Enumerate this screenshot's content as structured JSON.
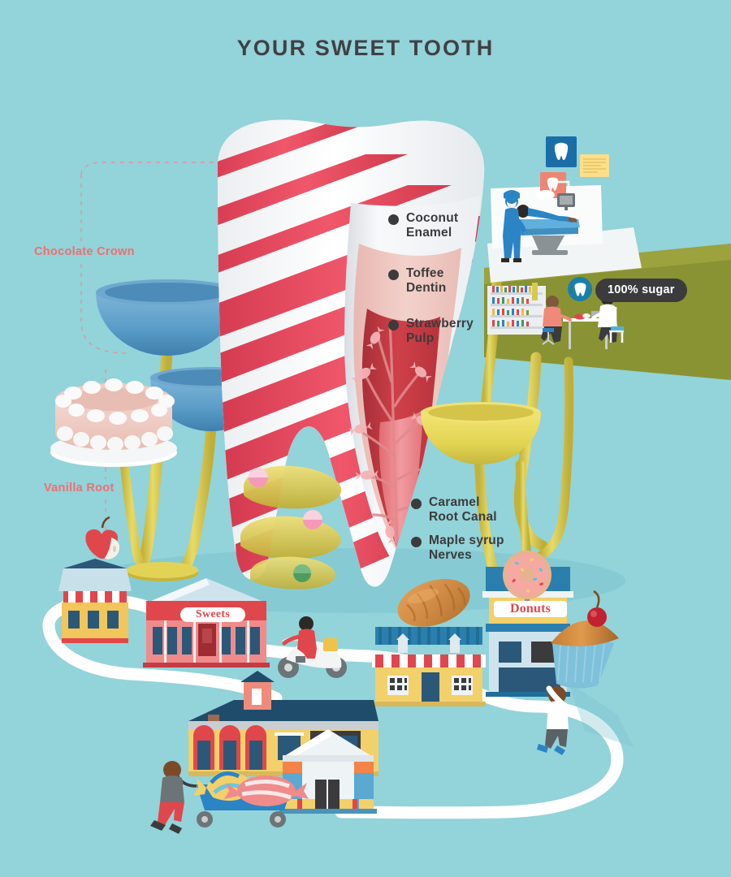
{
  "page": {
    "title": "YOUR SWEET TOOTH",
    "background_color": "#93d3da",
    "title_color": "#414042"
  },
  "tooth_callouts": [
    {
      "id": "enamel",
      "label": "Coconut\nEnamel",
      "dot_color": "#3b3b3d"
    },
    {
      "id": "dentin",
      "label": "Toffee\nDentin",
      "dot_color": "#3b3b3d"
    },
    {
      "id": "pulp",
      "label": "Strawberry\nPulp",
      "dot_color": "#3b3b3d"
    },
    {
      "id": "root-canal",
      "label": "Caramel\nRoot Canal",
      "dot_color": "#3b3b3d"
    },
    {
      "id": "nerves",
      "label": "Maple syrup\nNerves",
      "dot_color": "#3b3b3d"
    }
  ],
  "side_labels": [
    {
      "id": "crown",
      "label": "Chocolate Crown",
      "color": "#ef6f6f"
    },
    {
      "id": "root",
      "label": "Vanilla Root",
      "color": "#ef6f6f"
    }
  ],
  "badge": {
    "text": "100% sugar",
    "background": "#3b3b3d",
    "text_color": "#ffffff",
    "icon": "tooth-icon",
    "icon_circle_color": "#1a7fa8"
  },
  "shops": [
    {
      "id": "sweets",
      "sign": "Sweets",
      "sign_color": "#e0474c"
    },
    {
      "id": "donuts",
      "sign": "Donuts",
      "sign_color": "#e0474c"
    }
  ],
  "palette": {
    "teal_bg": "#93d3da",
    "candy_red": "#e8455b",
    "candy_white": "#ffffff",
    "enamel": "#f2f4f6",
    "dentin": "#f0c9c4",
    "pulp": "#c2373f",
    "bowl_blue": "#5b9ec9",
    "bowl_yellow": "#e8d85c",
    "stem_yellow": "#d8c84e",
    "olive": "#8a9333",
    "dentist_blue": "#2b84c4",
    "road_white": "#ffffff"
  }
}
